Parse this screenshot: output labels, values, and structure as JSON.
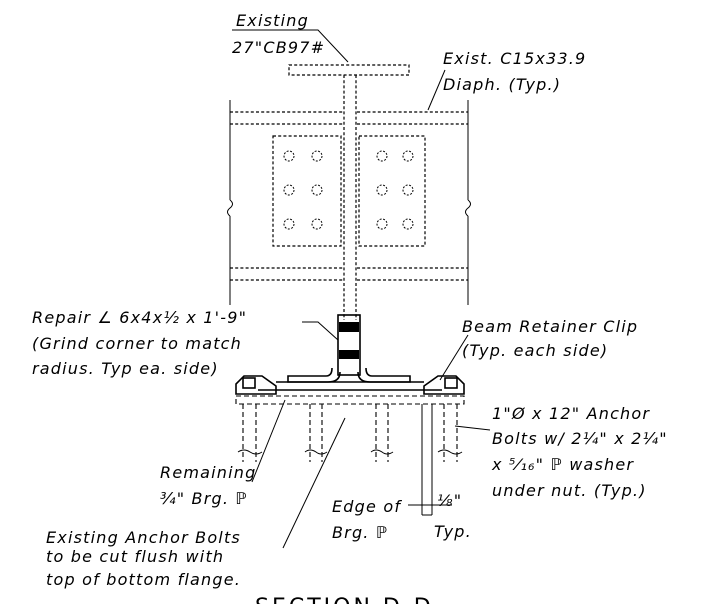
{
  "labels": {
    "girder": [
      "Existing",
      "27\"CB97#"
    ],
    "diaphragm": [
      "Exist. C15x33.9",
      "Diaph. (Typ.)"
    ],
    "repair_angle": [
      "Repair ∠ 6x4x½ x 1'-9\"",
      "(Grind corner to match",
      "radius. Typ ea. side)"
    ],
    "retainer_clip": [
      "Beam Retainer Clip",
      "(Typ. each side)"
    ],
    "anchor_bolts_new": [
      "1\"Ø x 12\" Anchor",
      "Bolts w/ 2¼\" x 2¼\"",
      "x ⁵⁄₁₆\" ℙ washer",
      "under nut. (Typ.)"
    ],
    "remaining_plate": [
      "Remaining",
      "¾\" Brg. ℙ"
    ],
    "existing_bolts": [
      "Existing Anchor Bolts",
      "to be cut flush with",
      "top of bottom flange."
    ],
    "edge_of_plate": [
      "Edge of",
      "Brg. ℙ"
    ],
    "dimension": [
      "⅛\"",
      "Typ."
    ],
    "section_title": "SECTION D-D"
  },
  "colors": {
    "line": "#000000",
    "background": "#ffffff"
  }
}
